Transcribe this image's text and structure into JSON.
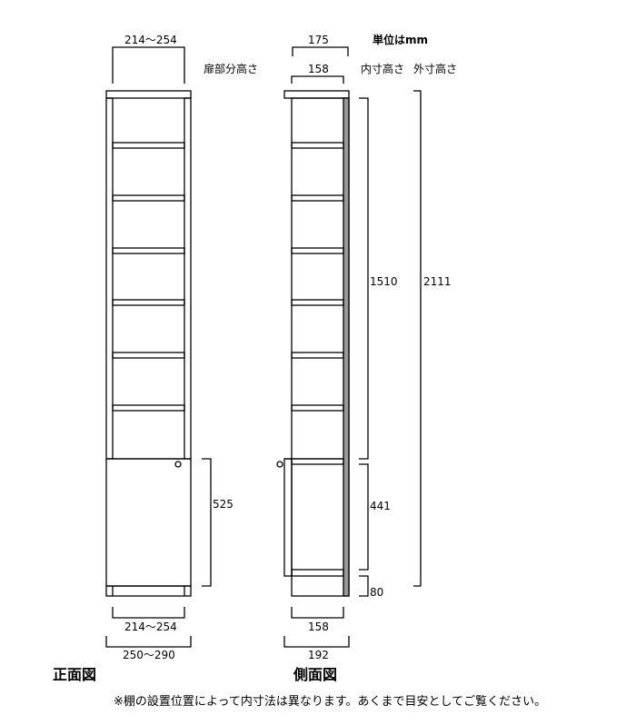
{
  "units": "単位はmm",
  "headers": {
    "door_height": "扉部分高さ",
    "inner_height": "内寸高さ",
    "outer_height": "外寸高さ"
  },
  "front": {
    "title": "正面図",
    "top_width": "214〜254",
    "door_height": "525",
    "inner_width": "214〜254",
    "outer_width": "250〜290"
  },
  "side": {
    "title": "側面図",
    "top_depth": "175",
    "inner_top_depth": "158",
    "inner_height_upper": "1510",
    "inner_height_lower": "441",
    "plinth_height": "80",
    "outer_height": "2111",
    "bottom_inner_depth": "158",
    "bottom_outer_depth": "192"
  },
  "note": "※棚の設置位置によって内寸法は異なります。あくまで目安としてご覧ください。",
  "colors": {
    "line": "#000000",
    "back_panel": "#999999"
  }
}
